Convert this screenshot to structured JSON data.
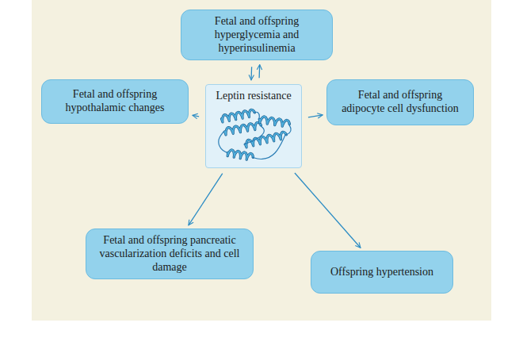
{
  "diagram": {
    "nodes": [
      {
        "text": [
          "Fetal and offspring hyperglycemia and hyperinsulinemia"
        ]
      },
      {
        "text": [
          "Fetal and offspring hypothalamic changes"
        ]
      },
      {
        "text": [
          "Leptin resistance"
        ]
      },
      {
        "text": [
          "Fetal and offspring adipocyte cell dysfunction"
        ]
      },
      {
        "text": [
          "Fetal and offspring pancreatic vascularization deficits and cell damage"
        ]
      },
      {
        "text": [
          "Offspring hypertension"
        ]
      }
    ],
    "edges": [
      {
        "from": 0,
        "to": 2,
        "arrow": "to"
      },
      {
        "from": 2,
        "to": 0,
        "arrow": "to"
      },
      {
        "from": 2,
        "to": 1,
        "arrow": "to"
      },
      {
        "from": 2,
        "to": 3,
        "arrow": "to"
      },
      {
        "from": 2,
        "to": 4,
        "arrow": "to"
      },
      {
        "from": 2,
        "to": 5,
        "arrow": "to"
      }
    ]
  }
}
